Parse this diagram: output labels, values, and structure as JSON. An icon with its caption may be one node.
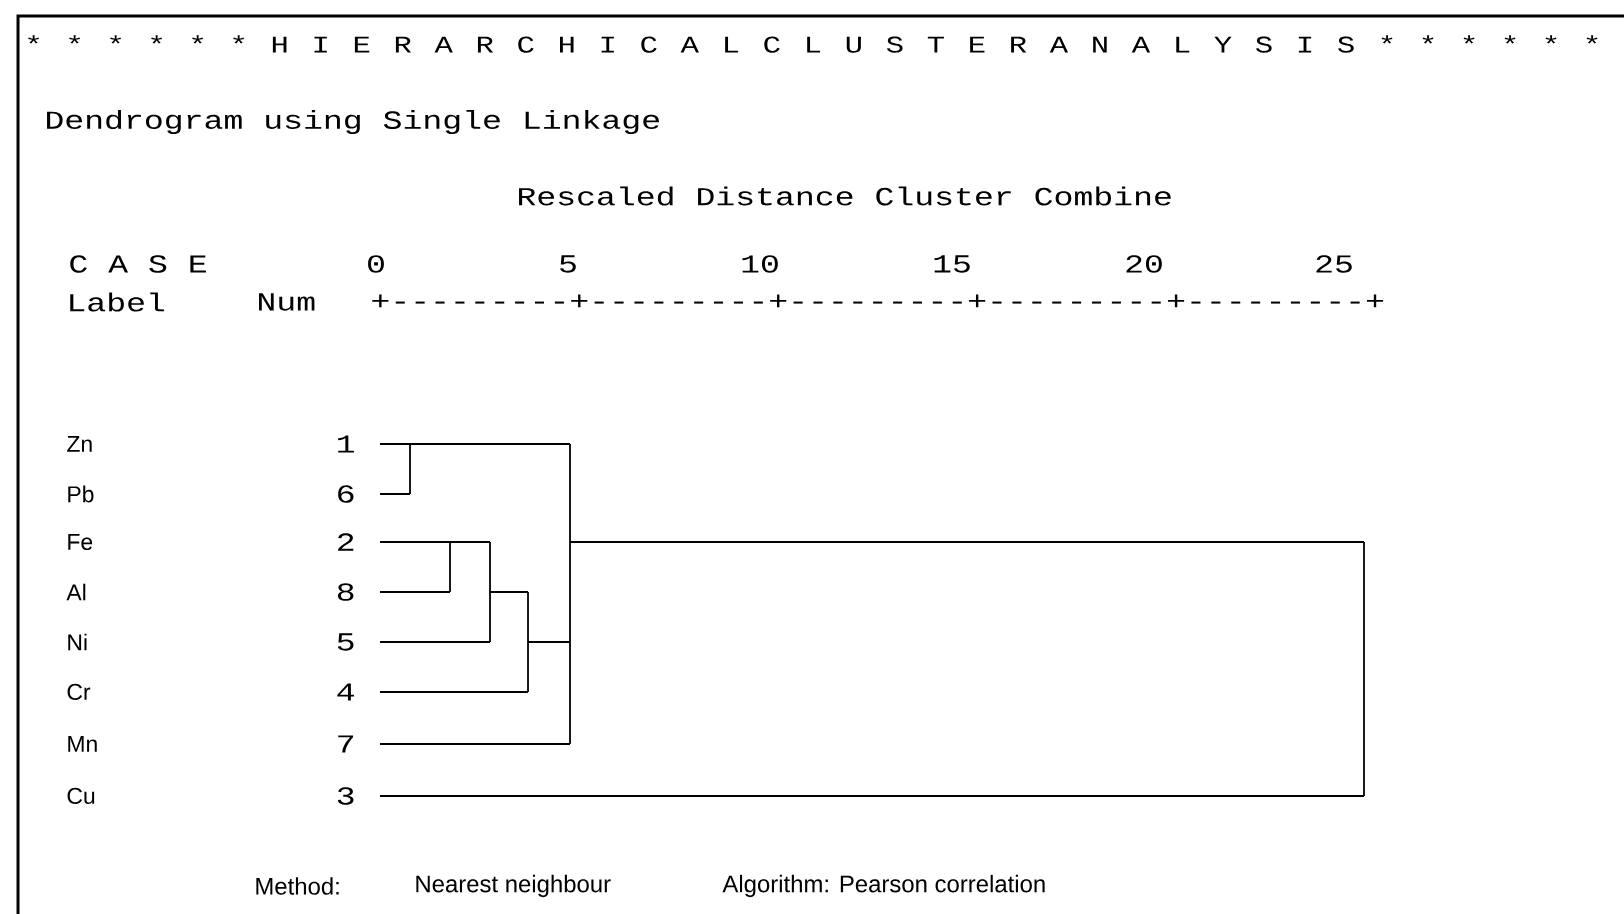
{
  "diagram": {
    "title": "* * * * * * H I E R A R C H I C A L   C L U S T E R   A N A L Y S I S * * * * * *",
    "labels": [
      "Dendrogram using Single Linkage",
      "Rescaled Distance Cluster Combine",
      "C A S E",
      "0",
      "5",
      "10",
      "15",
      "20",
      "25",
      "Label",
      "Num",
      "+---------+---------+---------+---------+---------+",
      "Zn",
      "1",
      "Pb",
      "6",
      "Fe",
      "2",
      "Al",
      "8",
      "Ni",
      "5",
      "Cr",
      "4",
      "Mn",
      "7",
      "Cu",
      "3",
      "Method:",
      "Nearest neighbour",
      "Algorithm: Pearson correlation"
    ]
  }
}
